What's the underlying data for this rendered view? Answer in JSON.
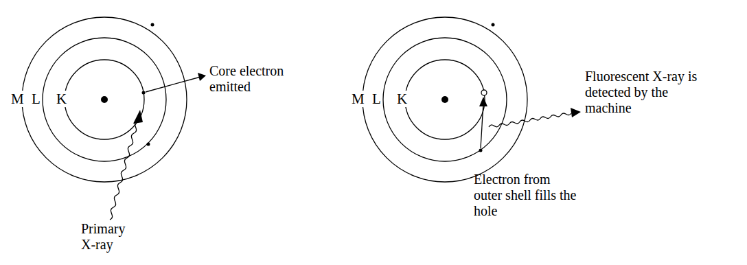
{
  "diagram": {
    "labels": [
      "M",
      "L",
      "K",
      "Core electron emitted",
      "Primary X-ray",
      "M",
      "L",
      "K",
      "Fluorescent X-ray is detected by the machine",
      "Electron from outer shell fills the hole"
    ]
  }
}
